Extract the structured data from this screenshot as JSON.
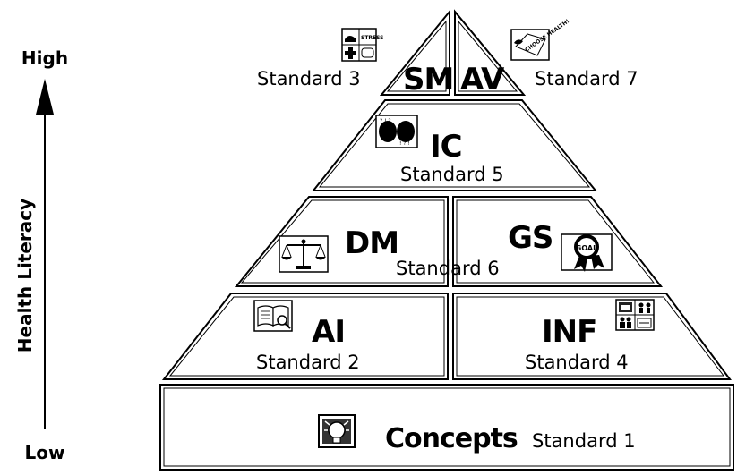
{
  "axis": {
    "high": "High",
    "low": "Low",
    "label": "Health Literacy"
  },
  "tiers": {
    "top_left": {
      "abbr": "SM",
      "standard": "Standard 3",
      "icon": "stress-management-icon"
    },
    "top_right": {
      "abbr": "AV",
      "standard": "Standard 7",
      "icon": "choose-health-sign-icon",
      "icon_text": "CHOOSE HEALTH!"
    },
    "second": {
      "abbr": "IC",
      "standard": "Standard 5",
      "icon": "communication-faces-icon"
    },
    "middle_left": {
      "abbr": "DM",
      "shared_standard": "Standard 6",
      "icon": "balance-scale-icon"
    },
    "middle_right": {
      "abbr": "GS",
      "icon": "goal-ribbon-icon",
      "icon_text": "GOAL"
    },
    "lower_left": {
      "abbr": "AI",
      "standard": "Standard 2",
      "icon": "book-magnifier-icon"
    },
    "lower_right": {
      "abbr": "INF",
      "standard": "Standard 4",
      "icon": "influences-panels-icon"
    },
    "base": {
      "label": "Concepts",
      "standard": "Standard 1",
      "icon": "lightbulb-icon"
    }
  }
}
